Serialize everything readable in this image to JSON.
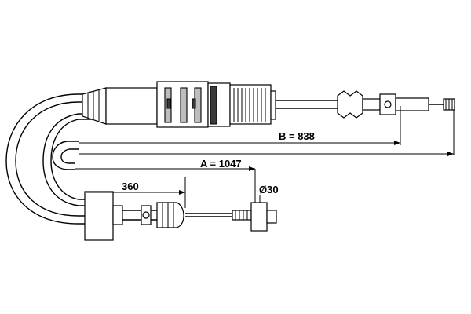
{
  "dimensions": {
    "b_label": "B = 838",
    "a_label": "A = 1047",
    "len_360_label": "360",
    "diameter_label": "Ø30"
  },
  "colors": {
    "line": "#000000",
    "fill_gray": "#bdbdbd",
    "fill_dark": "#3a3a3a",
    "background": "#ffffff"
  }
}
